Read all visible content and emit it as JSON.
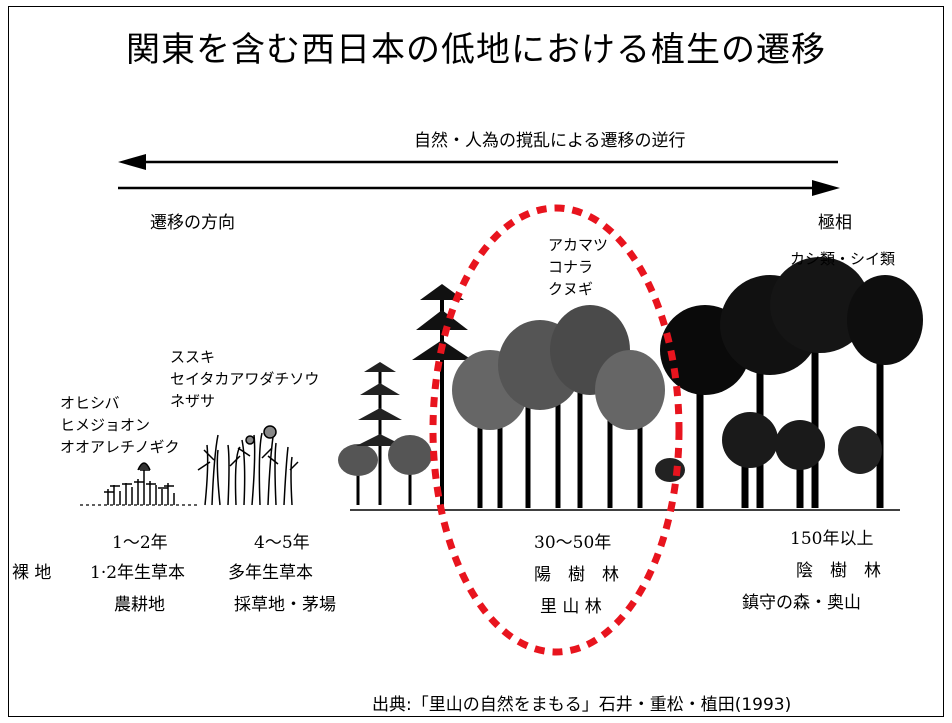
{
  "title": "関東を含む西日本の低地における植生の遷移",
  "arrows": {
    "reverse_label": "自然・人為の撹乱による遷移の逆行",
    "forward_label": "遷移の方向",
    "climax_label": "極相"
  },
  "stages": {
    "annual": {
      "species": [
        "オヒシバ",
        "ヒメジョオン",
        "オオアレチノギク"
      ],
      "years": "1〜2年",
      "type": "1·2年生草本",
      "land": "農耕地",
      "bare": "裸 地"
    },
    "perennial": {
      "species": [
        "ススキ",
        "セイタカアワダチソウ",
        "ネザサ"
      ],
      "years": "4〜5年",
      "type": "多年生草本",
      "land": "採草地・茅場"
    },
    "sun_forest": {
      "species": [
        "アカマツ",
        "コナラ",
        "クヌギ"
      ],
      "years": "30〜50年",
      "type": "陽　樹　林",
      "land": "里 山 林"
    },
    "shade_forest": {
      "species": "カシ類・シイ類",
      "years": "150年以上",
      "type": "陰　樹　林",
      "land": "鎮守の森・奥山"
    }
  },
  "highlight_color": "#e8141e",
  "source": "出典:「里山の自然をまもる」石井・重松・植田(1993)"
}
